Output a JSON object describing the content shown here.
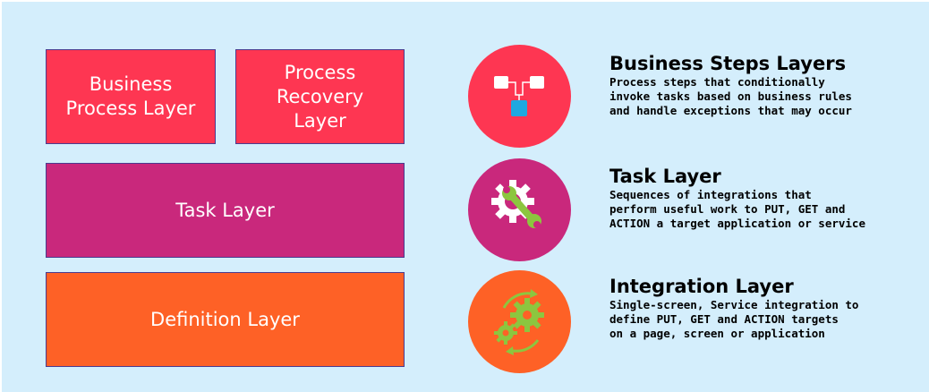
{
  "colors": {
    "background": "#d4eefc",
    "business_process": "#fe3652",
    "process_recovery": "#fe3652",
    "task": "#c9287c",
    "definition": "#fe6126",
    "icon_green": "#8cc63f",
    "icon_blue": "#1ea8e0"
  },
  "layers": {
    "business_process": "Business\nProcess Layer",
    "process_recovery": "Process\nRecovery\nLayer",
    "task": "Task Layer",
    "definition": "Definition Layer"
  },
  "icons": {
    "steps": "flowchart-icon",
    "task": "gear-wrench-icon",
    "integration": "gears-cycle-icon"
  },
  "descriptions": [
    {
      "title": "Business Steps Layers",
      "text": "Process steps that conditionally\ninvoke tasks based on business rules\nand handle exceptions that may occur"
    },
    {
      "title": "Task Layer",
      "text": "Sequences of integrations that\nperform useful work to PUT, GET and\nACTION a target application or service"
    },
    {
      "title": "Integration Layer",
      "text": "Single-screen, Service integration to\ndefine PUT, GET and ACTION targets\non a page, screen or application"
    }
  ]
}
